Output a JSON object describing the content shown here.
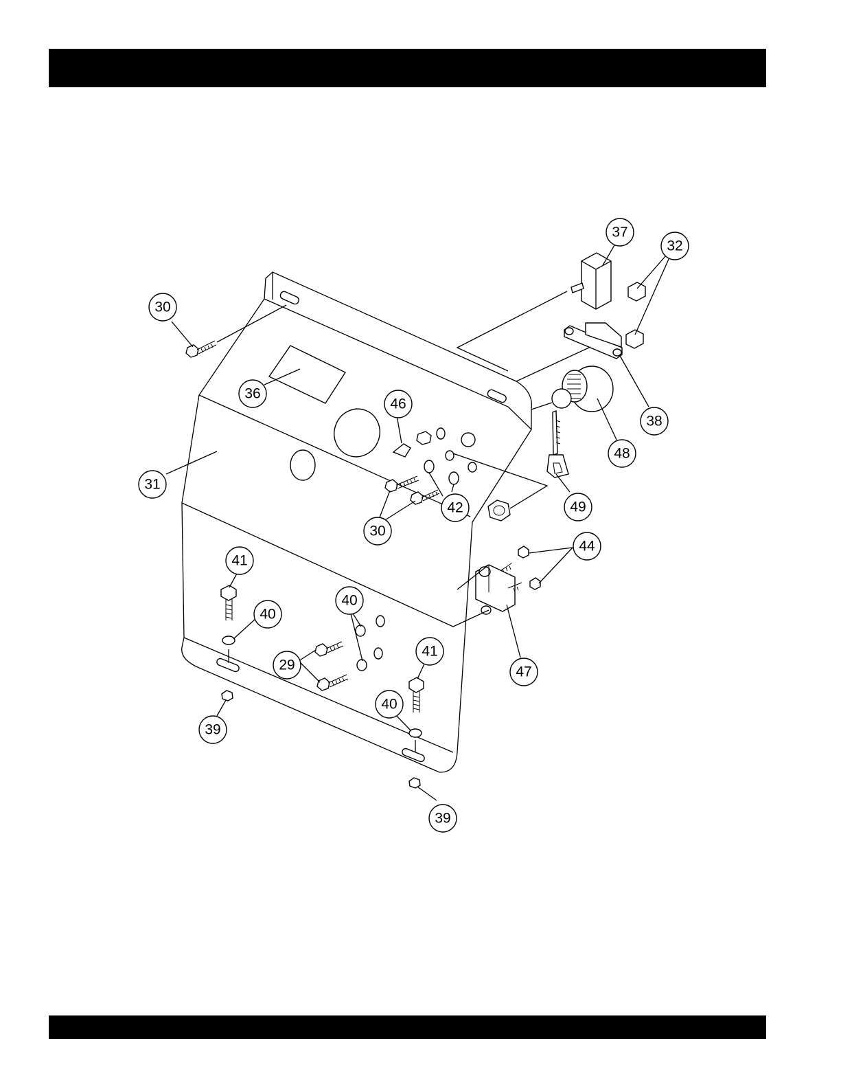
{
  "header": {
    "text": ""
  },
  "footer": {
    "text": ""
  },
  "callouts": [
    {
      "id": "c30a",
      "label": "30"
    },
    {
      "id": "c36",
      "label": "36"
    },
    {
      "id": "c31",
      "label": "31"
    },
    {
      "id": "c37",
      "label": "37"
    },
    {
      "id": "c32",
      "label": "32"
    },
    {
      "id": "c38",
      "label": "38"
    },
    {
      "id": "c46",
      "label": "46"
    },
    {
      "id": "c48",
      "label": "48"
    },
    {
      "id": "c42",
      "label": "42"
    },
    {
      "id": "c30b",
      "label": "30"
    },
    {
      "id": "c49",
      "label": "49"
    },
    {
      "id": "c44",
      "label": "44"
    },
    {
      "id": "c41a",
      "label": "41"
    },
    {
      "id": "c40a",
      "label": "40"
    },
    {
      "id": "c40b",
      "label": "40"
    },
    {
      "id": "c29",
      "label": "29"
    },
    {
      "id": "c41b",
      "label": "41"
    },
    {
      "id": "c47",
      "label": "47"
    },
    {
      "id": "c40c",
      "label": "40"
    },
    {
      "id": "c39a",
      "label": "39"
    },
    {
      "id": "c39b",
      "label": "39"
    }
  ]
}
